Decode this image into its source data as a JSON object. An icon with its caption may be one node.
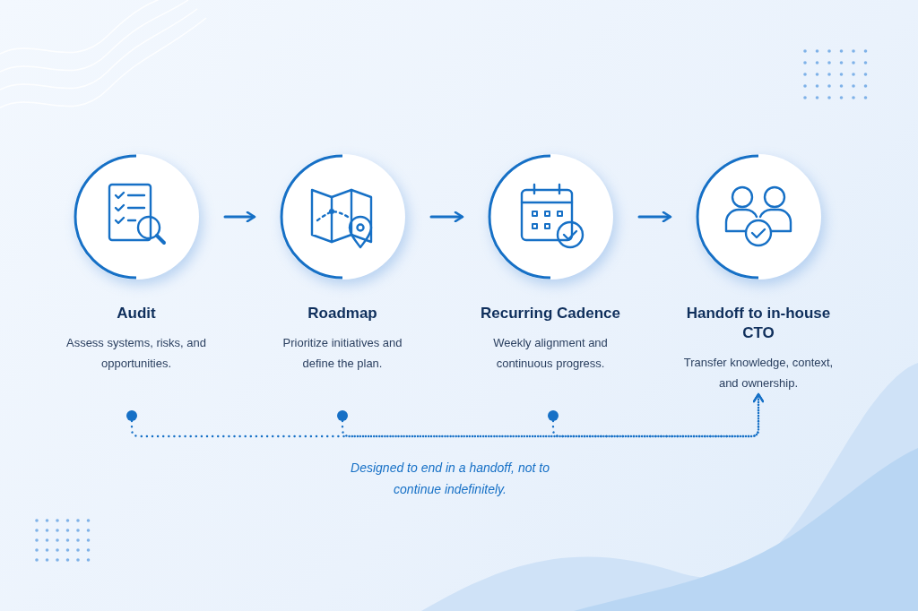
{
  "diagram": {
    "nodes": [
      {
        "text": [
          "Audit",
          "Assess systems, risks, and opportunities."
        ]
      },
      {
        "text": [
          "Roadmap",
          "Prioritize initiatives and define the plan."
        ]
      },
      {
        "text": [
          "Recurring Cadence",
          "Weekly alignment and continuous progress."
        ]
      },
      {
        "text": [
          "Handoff to in-house CTO",
          "Transfer knowledge, context, and ownership."
        ]
      },
      {
        "text": [],
        "shape": "circle"
      },
      {
        "text": [],
        "shape": "circle"
      },
      {
        "text": [],
        "shape": "circle"
      }
    ],
    "edges": [
      {
        "from": 0,
        "to": 1,
        "arrow": "to"
      },
      {
        "from": 1,
        "to": 2,
        "arrow": "to"
      },
      {
        "from": 2,
        "to": 3,
        "arrow": "to"
      },
      {
        "from": 4,
        "to": 3,
        "arrow": "to",
        "style": "dashed"
      },
      {
        "from": 5,
        "to": 3,
        "arrow": "to",
        "style": "dashed"
      },
      {
        "from": 6,
        "to": 3,
        "arrow": "to",
        "style": "dashed"
      }
    ],
    "labels": [
      "Designed to end in a handoff, not to continue indefinitely."
    ]
  }
}
